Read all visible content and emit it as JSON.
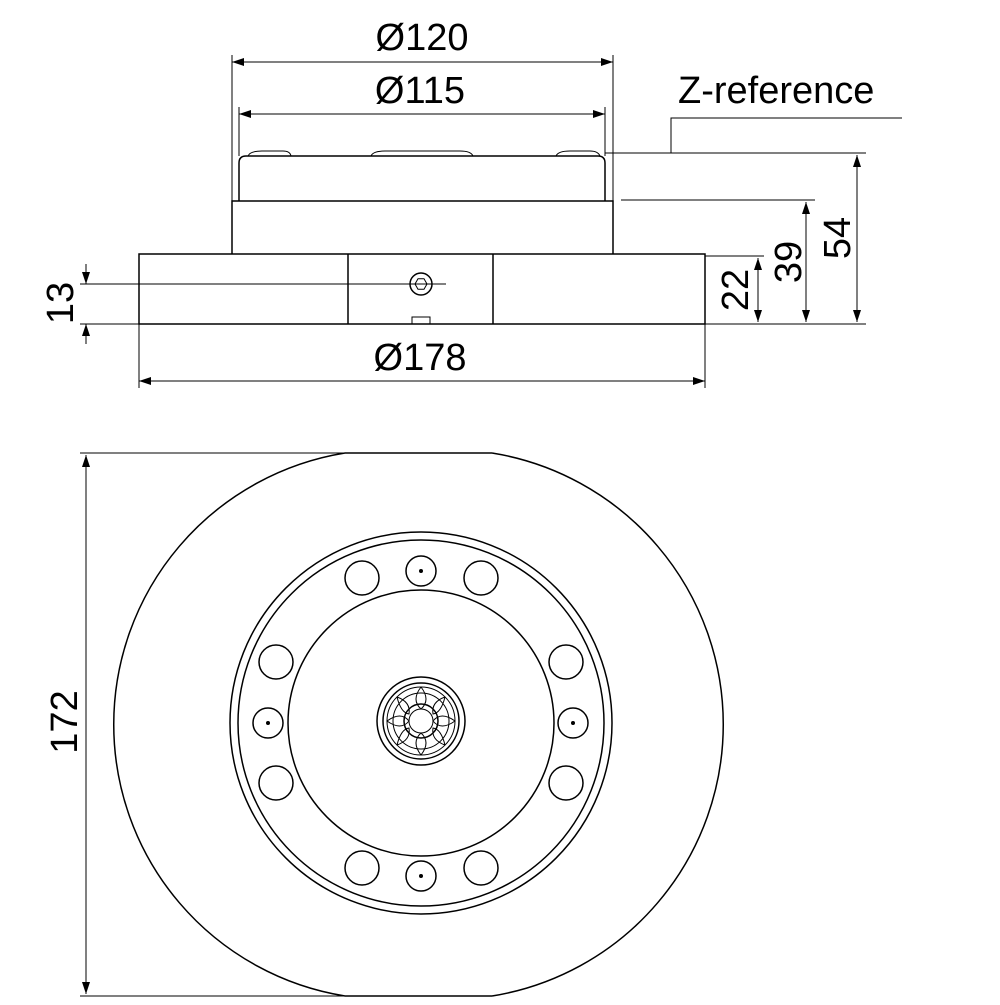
{
  "side_view": {
    "dim_outer_top": "Ø120",
    "dim_inner_top": "Ø115",
    "z_reference": "Z-reference",
    "dim_base": "Ø178",
    "dim_13": "13",
    "dim_22": "22",
    "dim_39": "39",
    "dim_54": "54"
  },
  "top_view": {
    "dim_172": "172"
  }
}
